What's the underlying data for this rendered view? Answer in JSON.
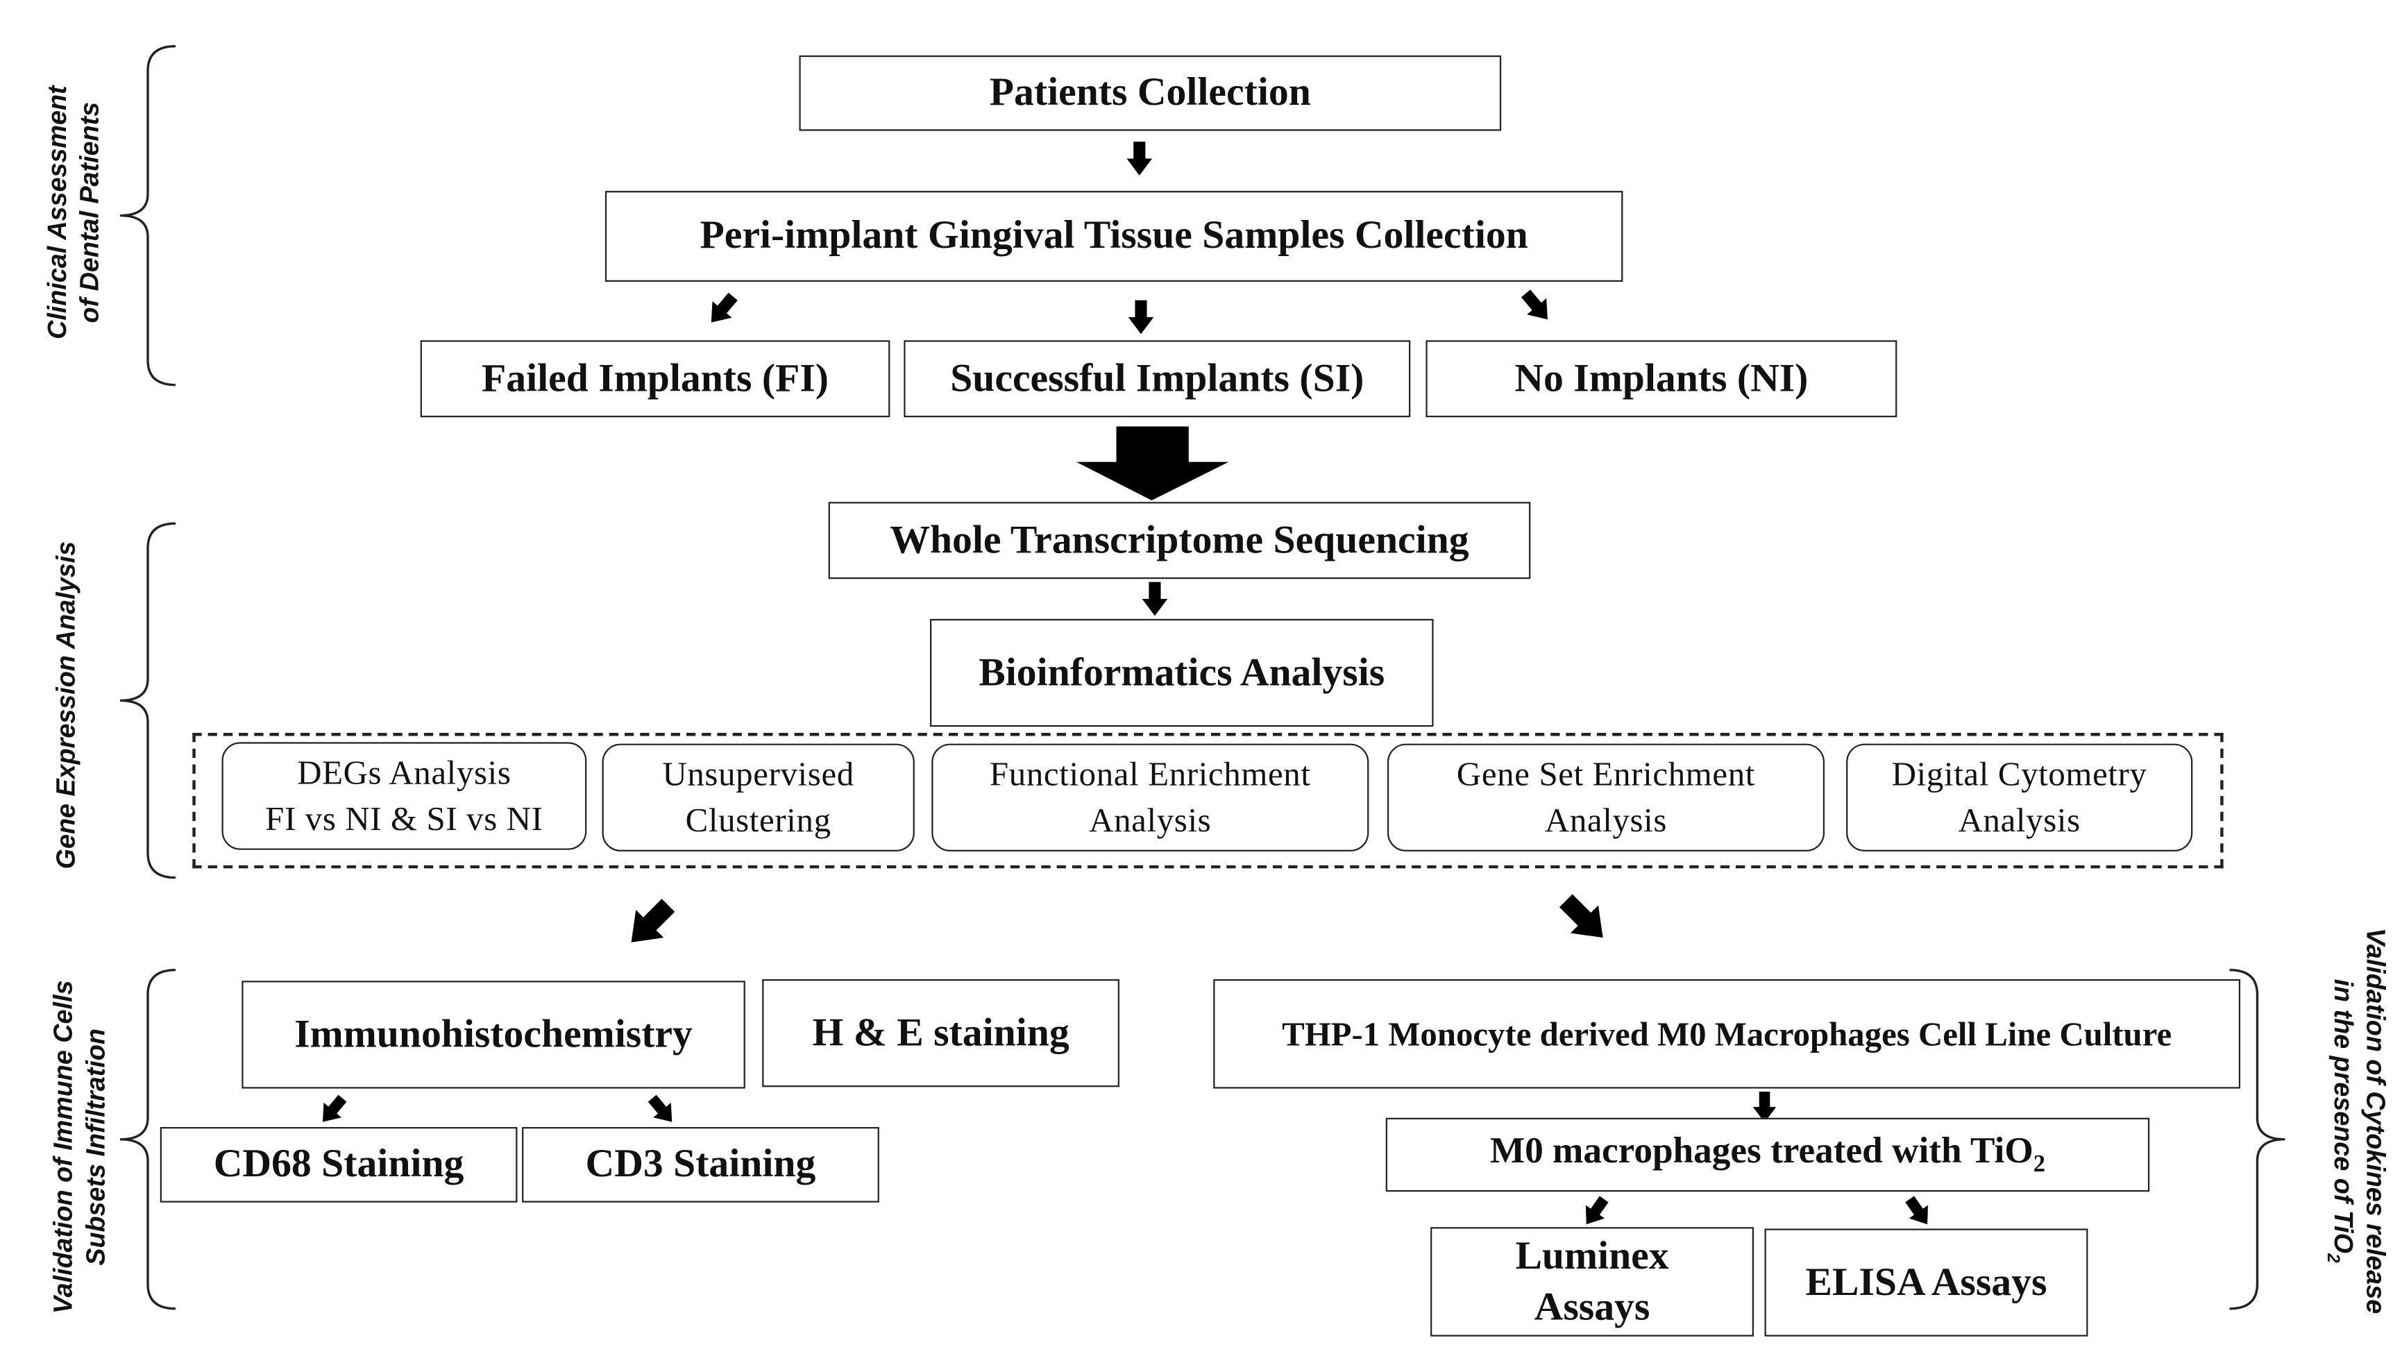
{
  "side_labels": {
    "clinical": [
      "Clinical Assessment",
      "of Dental Patients"
    ],
    "gene": [
      "Gene Expression Analysis"
    ],
    "immune": [
      "Validation of Immune Cells",
      "Subsets Infiltration"
    ],
    "cytokines": [
      "Validation of Cytokines release",
      "in the presence of TiO",
      "2"
    ]
  },
  "boxes": {
    "patients": "Patients Collection",
    "samples": "Peri-implant Gingival Tissue Samples Collection",
    "fi": "Failed Implants (FI)",
    "si": "Successful Implants (SI)",
    "ni": "No Implants (NI)",
    "wts": "Whole Transcriptome Sequencing",
    "bioinf": "Bioinformatics Analysis",
    "ihc": "Immunohistochemistry",
    "he": "H & E staining",
    "cd68": "CD68 Staining",
    "cd3": "CD3 Staining",
    "thp1": "THP-1 Monocyte derived M0 Macrophages Cell Line Culture",
    "m0": "M0 macrophages treated with TiO",
    "m0_sub": "2",
    "luminex": "Luminex Assays",
    "elisa": "ELISA Assays"
  },
  "analyses": [
    [
      "DEGs Analysis",
      "FI vs NI & SI vs NI"
    ],
    [
      "Unsupervised",
      "Clustering"
    ],
    [
      "Functional Enrichment",
      "Analysis"
    ],
    [
      "Gene Set Enrichment",
      "Analysis"
    ],
    [
      "Digital Cytometry",
      "Analysis"
    ]
  ],
  "colors": {
    "stroke": "#222222",
    "arrow": "#000000",
    "background": "#ffffff"
  }
}
